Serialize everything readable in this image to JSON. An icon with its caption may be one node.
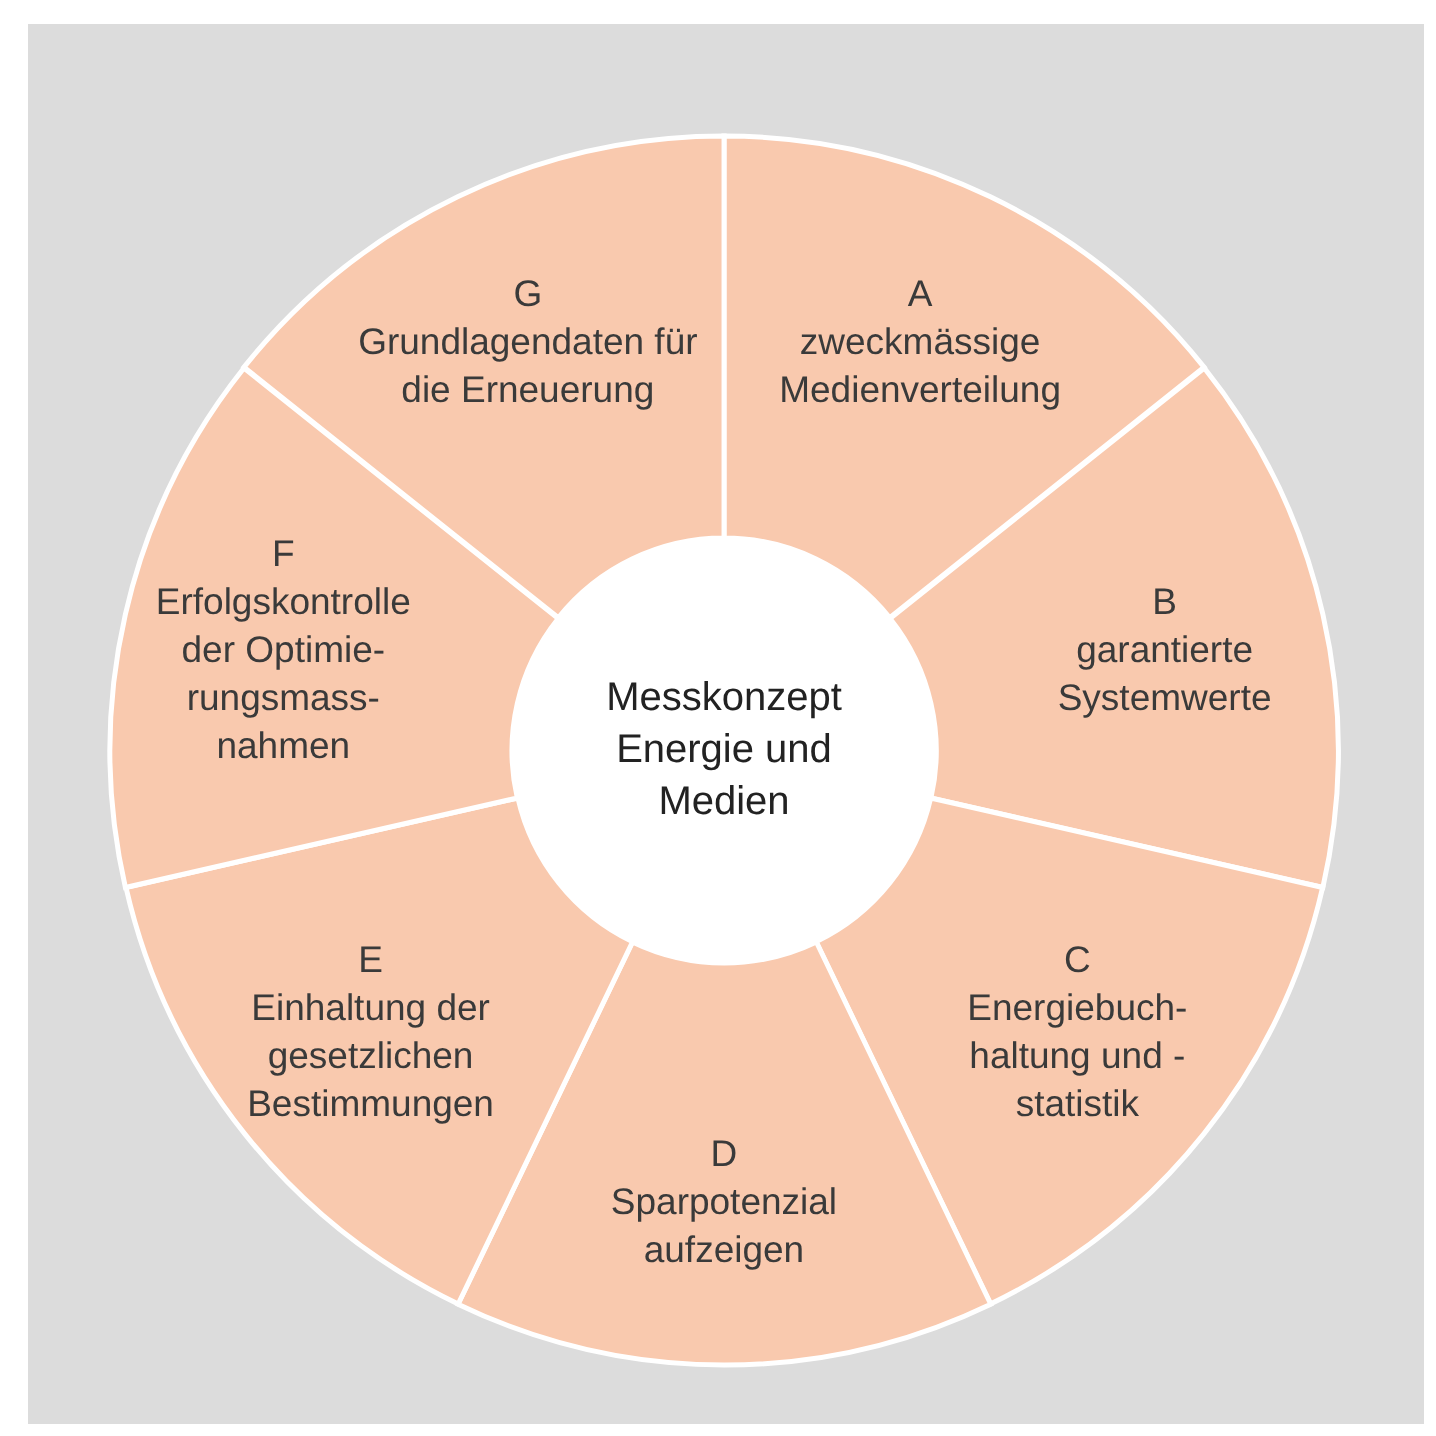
{
  "diagram": {
    "nodes": [
      {
        "text": [
          "Messkonzept Energie und Medien"
        ]
      },
      {
        "text": [
          "A",
          "zweckmässige Medienverteilung"
        ]
      },
      {
        "text": [
          "B",
          "garantierte Systemwerte"
        ]
      },
      {
        "text": [
          "C",
          "Energiebuch- haltung und -statistik"
        ]
      },
      {
        "text": [
          "D",
          "Sparpotenzial aufzeigen"
        ]
      },
      {
        "text": [
          "E",
          "Einhaltung der gesetzlichen Bestimmungen"
        ]
      },
      {
        "text": [
          "F",
          "Erfolgskontrolle der Optimie- rungsmass- nahmen"
        ]
      },
      {
        "text": [
          "G",
          "Grundlagendaten für die Erneuerung"
        ]
      }
    ],
    "edges": []
  }
}
